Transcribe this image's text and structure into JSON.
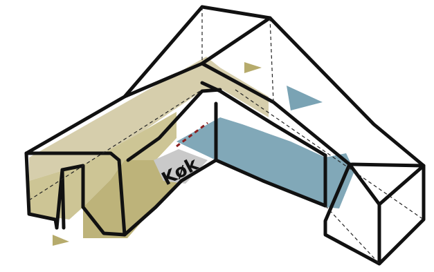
{
  "diagram": {
    "room_label": "Køk",
    "colors": {
      "olive": "#c8bf96",
      "olive_dark": "#b6ab6c",
      "blue": "#7aa3b4",
      "grey": "#c9c9c9",
      "stroke": "#111111",
      "dashed_red": "#8a1f1f"
    },
    "markers": [
      {
        "name": "olive-triangle-marker",
        "color": "olive_dark"
      },
      {
        "name": "blue-triangle-marker",
        "color": "blue"
      },
      {
        "name": "olive-triangle-marker-bottom",
        "color": "olive_dark"
      }
    ]
  }
}
